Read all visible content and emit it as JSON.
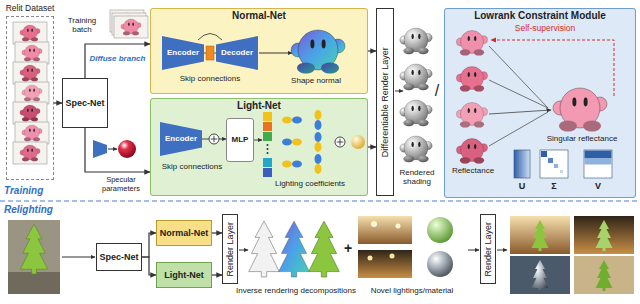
{
  "diagram": {
    "nodes": [
      {
        "text": [
          "Relit Dataset"
        ]
      },
      {
        "text": [
          "Spec-Net"
        ]
      },
      {
        "text": [
          "Normal-Net"
        ]
      },
      {
        "text": [
          "Encoder"
        ],
        "in": 2
      },
      {
        "text": [
          "Decoder"
        ],
        "in": 2
      },
      {
        "text": [
          "Light-Net"
        ]
      },
      {
        "text": [
          "Encoder"
        ],
        "in": 5
      },
      {
        "text": [
          "MLP"
        ],
        "in": 5
      },
      {
        "text": [
          "Differentiable Render Layer"
        ]
      },
      {
        "text": [
          "Lowrank Constraint Module"
        ]
      },
      {
        "text": [
          "Spec-Net"
        ]
      },
      {
        "text": [
          "Normal-Net"
        ]
      },
      {
        "text": [
          "Light-Net"
        ]
      },
      {
        "text": [
          "Render Layer"
        ]
      },
      {
        "text": [
          "Render Layer"
        ]
      }
    ],
    "edges": [
      {
        "from": 0,
        "to": 1,
        "arrow": "to"
      },
      {
        "from": 1,
        "to": 2,
        "label": "Diffuse branch",
        "arrow": "to"
      },
      {
        "from": 1,
        "to": 5,
        "arrow": "to"
      },
      {
        "from": 2,
        "to": 8,
        "arrow": "to"
      },
      {
        "from": 5,
        "to": 8,
        "arrow": "to"
      },
      {
        "from": 10,
        "to": 11,
        "arrow": "to"
      },
      {
        "from": 10,
        "to": 12,
        "arrow": "to"
      },
      {
        "from": 11,
        "to": 13,
        "arrow": "to"
      },
      {
        "from": 12,
        "to": 13,
        "arrow": "to"
      }
    ],
    "labels": [
      "Training batch",
      "Specular parameters",
      "Skip connections",
      "Shape normal",
      "Skip connections",
      "Lighting coefficients",
      "Rendered shading",
      "/",
      "Self-supervision",
      "Reflectance",
      "Singular reflectance",
      "U",
      "Σ",
      "V",
      "Training",
      "Relighting",
      "Inverse rendering decompositions",
      "+",
      "Novel lightings/material"
    ]
  }
}
